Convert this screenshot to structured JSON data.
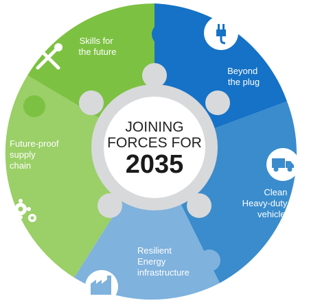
{
  "center": {
    "line1": "JOINING",
    "line2": "FORCES FOR",
    "year": "2035"
  },
  "segments": [
    {
      "id": "skills",
      "color": "#7dc142",
      "icon": "tools-icon",
      "label_lines": [
        "Skills for",
        "the future"
      ]
    },
    {
      "id": "plug",
      "color": "#1572c6",
      "icon": "plug-icon",
      "label_lines": [
        "Beyond",
        "the plug"
      ]
    },
    {
      "id": "vehicles",
      "color": "#3a8ccc",
      "icon": "truck-icon",
      "label_lines": [
        "Clean",
        "Heavy-duty",
        "vehicles"
      ]
    },
    {
      "id": "energy",
      "color": "#7fb2dd",
      "icon": "factory-icon",
      "label_lines": [
        "Resilient",
        "Energy",
        "infrastructure"
      ]
    },
    {
      "id": "supply",
      "color": "#9bcf68",
      "icon": "gears-icon",
      "label_lines": [
        "Future-proof",
        "supply",
        "chain"
      ]
    }
  ],
  "colors": {
    "hub_ring": "#d8d9db",
    "hub_inner": "#ffffff",
    "icon_badge": "#ffffff"
  }
}
